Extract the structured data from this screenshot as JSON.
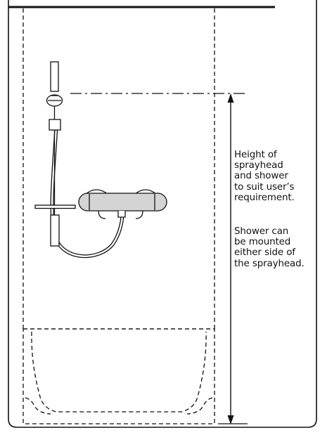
{
  "annotations": {
    "height_note": "Height of\nsprayhead\nand shower\nto suit user’s\nrequirement.",
    "mounting_note": "Shower can\nbe mounted\neither side of\nthe sprayhead."
  },
  "colors": {
    "line": "#111111",
    "shower_body_fill": "#d4d4d4",
    "background": "#ffffff"
  },
  "icons": {
    "height_arrow": "double-headed-vertical-arrow"
  }
}
